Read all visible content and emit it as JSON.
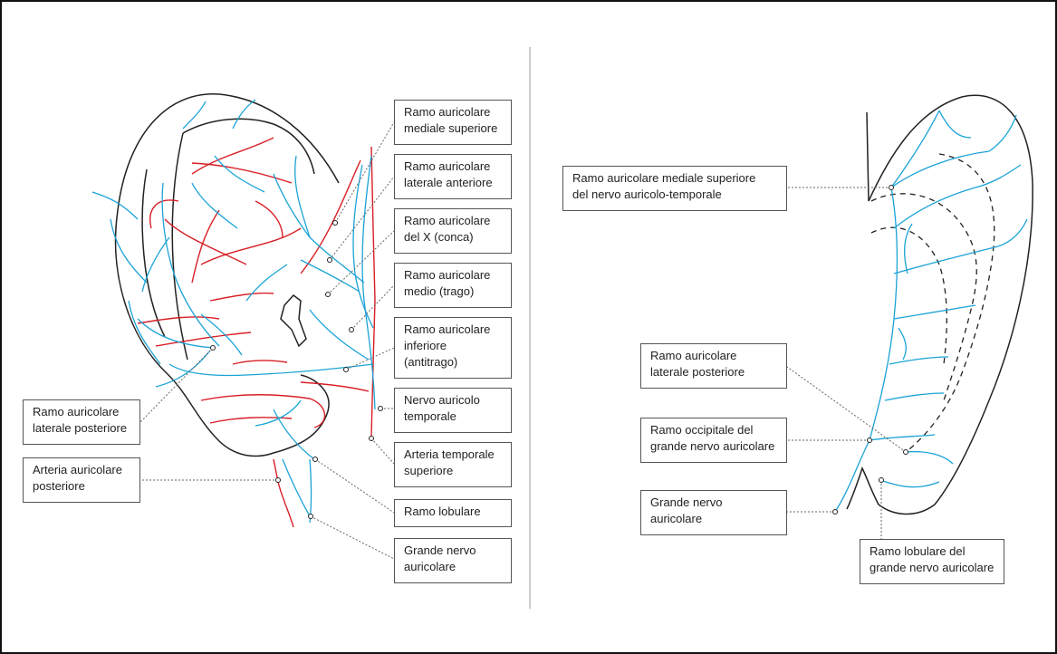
{
  "colors": {
    "nerve": "#1ba3d6",
    "artery": "#d81f26",
    "outline": "#222222",
    "leader": "#666666"
  },
  "left_view": {
    "labels": [
      {
        "id": "ramo-aur-mediale-sup",
        "text": "Ramo auricolare\nmediale superiore"
      },
      {
        "id": "ramo-aur-laterale-ant",
        "text": "Ramo auricolare\nlaterale anteriore"
      },
      {
        "id": "ramo-aur-x",
        "text": "Ramo auricolare\ndel X (conca)"
      },
      {
        "id": "ramo-aur-medio",
        "text": "Ramo auricolare\nmedio (trago)"
      },
      {
        "id": "ramo-aur-inferiore",
        "text": "Ramo auricolare\ninferiore\n(antitrago)"
      },
      {
        "id": "nervo-auricolo-temporale",
        "text": "Nervo auricolo\ntemporale"
      },
      {
        "id": "arteria-temporale-sup",
        "text": "Arteria temporale\nsuperiore"
      },
      {
        "id": "ramo-lobulare",
        "text": "Ramo lobulare"
      },
      {
        "id": "grande-nervo-auricolare-l",
        "text": "Grande nervo\nauricolare"
      },
      {
        "id": "ramo-aur-laterale-post-l",
        "text": "Ramo auricolare\nlaterale posteriore"
      },
      {
        "id": "arteria-aur-post",
        "text": "Arteria auricolare\nposteriore"
      }
    ]
  },
  "right_view": {
    "labels": [
      {
        "id": "ramo-aur-mediale-sup-r",
        "text": "Ramo auricolare mediale superiore\ndel nervo auricolo-temporale"
      },
      {
        "id": "ramo-aur-laterale-post-r",
        "text": "Ramo auricolare\nlaterale posteriore"
      },
      {
        "id": "ramo-occipitale",
        "text": "Ramo occipitale del\ngrande nervo auricolare"
      },
      {
        "id": "grande-nervo-auricolare-r",
        "text": "Grande nervo\nauricolare"
      },
      {
        "id": "ramo-lobulare-r",
        "text": "Ramo lobulare del\ngrande nervo auricolare"
      }
    ]
  }
}
